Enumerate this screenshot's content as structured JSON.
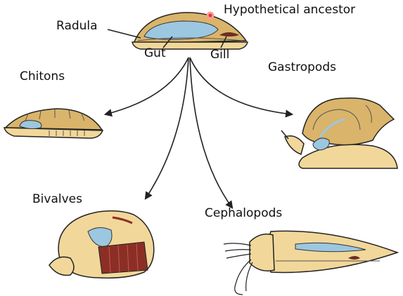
{
  "labels": {
    "ancestor": "Hypothetical ancestor",
    "radula": "Radula",
    "gut": "Gut",
    "gill": "Gill",
    "chitons": "Chitons",
    "gastropods": "Gastropods",
    "bivalves": "Bivalves",
    "cephalopods": "Cephalopods"
  },
  "colors": {
    "body": "#f2d79a",
    "shell": "#d9b46a",
    "gut": "#9cc7e0",
    "gill": "#6b2e22",
    "muscle": "#8b2f26",
    "outline": "#222222",
    "cursor": "#e53935"
  }
}
